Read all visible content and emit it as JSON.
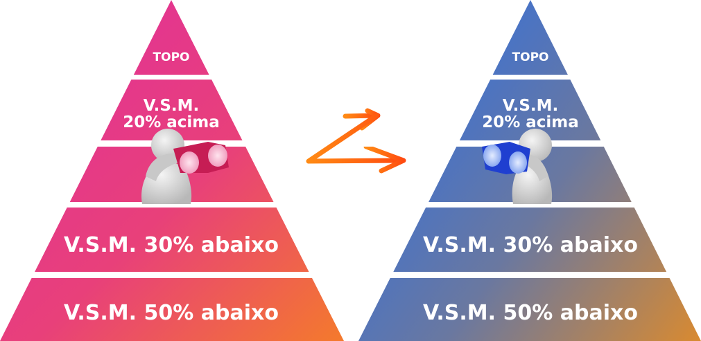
{
  "left_pyramid": {
    "tiers": [
      "TOPO",
      "V.S.M.",
      "20% acima",
      "",
      "V.S.M. 30% abaixo",
      "V.S.M. 50% abaixo"
    ],
    "colors": {
      "start": "#e02e9e",
      "end": "#f47a2c"
    }
  },
  "right_pyramid": {
    "tiers": [
      "TOPO",
      "V.S.M.",
      "20% acima",
      "",
      "V.S.M. 30% abaixo",
      "V.S.M. 50% abaixo"
    ],
    "colors": {
      "start": "#3470dc",
      "end": "#d98a30"
    }
  },
  "arrow_color": "#ff6a10"
}
